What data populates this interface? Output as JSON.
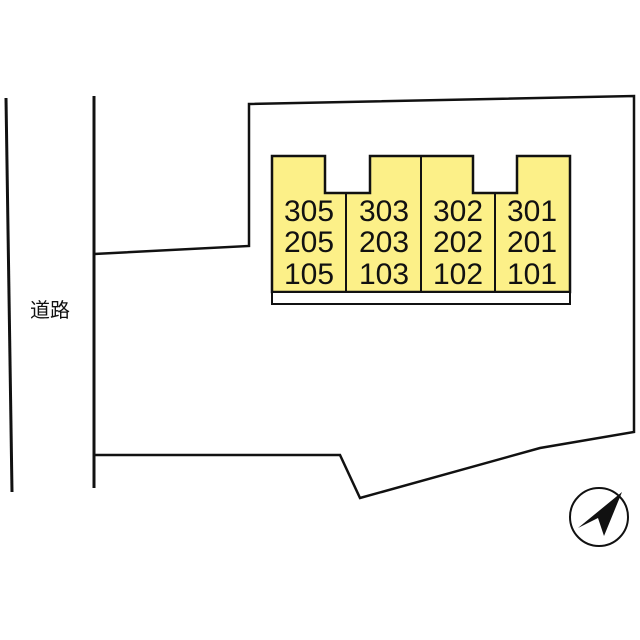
{
  "map": {
    "road_label": "道路",
    "colors": {
      "building_fill": "#fcf088",
      "stroke": "#111111",
      "background": "#ffffff"
    },
    "buildings": [
      {
        "units": [
          "305",
          "205",
          "105"
        ]
      },
      {
        "units": [
          "303",
          "203",
          "103"
        ]
      },
      {
        "units": [
          "302",
          "202",
          "102"
        ]
      },
      {
        "units": [
          "301",
          "201",
          "101"
        ]
      }
    ],
    "compass": {
      "icon": "north-arrow-icon"
    }
  }
}
